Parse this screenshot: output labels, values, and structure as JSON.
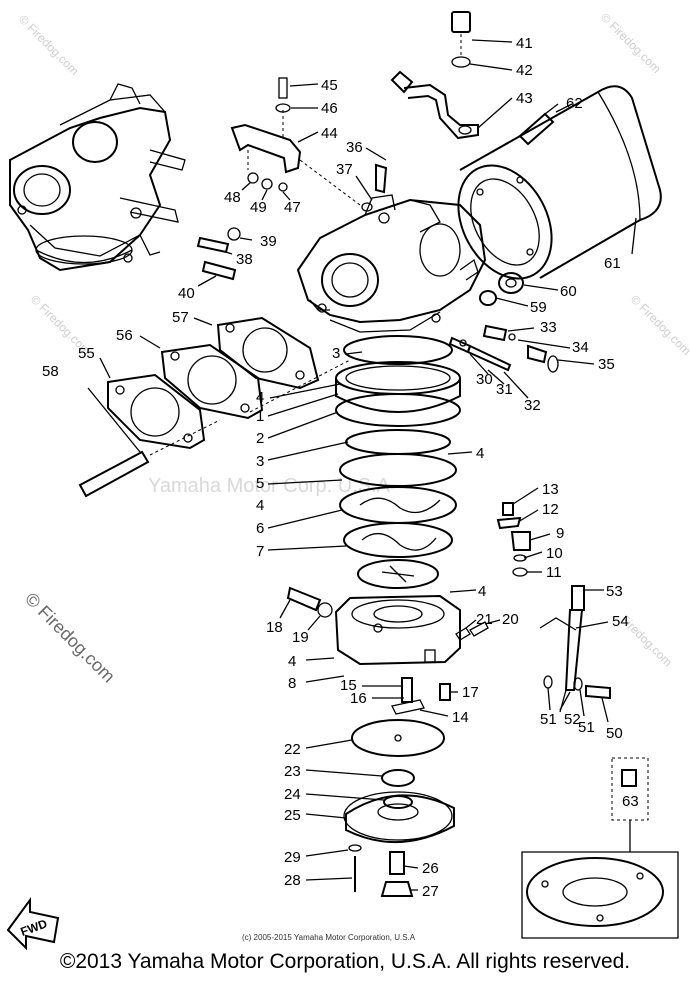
{
  "labels": {
    "l41": "41",
    "l42": "42",
    "l43": "43",
    "l45": "45",
    "l46": "46",
    "l44": "44",
    "l36": "36",
    "l37": "37",
    "l48": "48",
    "l49": "49",
    "l47": "47",
    "l62": "62",
    "l61": "61",
    "l39": "39",
    "l38": "38",
    "l40": "40",
    "l60": "60",
    "l59": "59",
    "l57": "57",
    "l56": "56",
    "l55": "55",
    "l58": "58",
    "l33": "33",
    "l34": "34",
    "l35": "35",
    "l3a": "3",
    "l30": "30",
    "l31": "31",
    "l32": "32",
    "l4a": "4",
    "l1": "1",
    "l2": "2",
    "l3b": "3",
    "l4b": "4",
    "l5": "5",
    "l4c": "4",
    "l6": "6",
    "l7": "7",
    "l13": "13",
    "l12": "12",
    "l9": "9",
    "l10": "10",
    "l11": "11",
    "l53": "53",
    "l4d": "4",
    "l18": "18",
    "l19": "19",
    "l21": "21",
    "l20": "20",
    "l54": "54",
    "l4e": "4",
    "l8": "8",
    "l15": "15",
    "l16": "16",
    "l17": "17",
    "l14": "14",
    "l51a": "51",
    "l52": "52",
    "l51b": "51",
    "l50": "50",
    "l22": "22",
    "l23": "23",
    "l24": "24",
    "l25": "25",
    "l63": "63",
    "l29": "29",
    "l26": "26",
    "l28": "28",
    "l27": "27"
  },
  "watermarks": {
    "center": "Yamaha Motor Corp. U.S.A",
    "side_left": "© Firedog.com",
    "faint_top_right": "© Firedog.com",
    "faint_mid_right": "© Firedog.com",
    "faint_top_left": "© Firedog.com",
    "faint_bottom_right": "Firedog.com",
    "faint_bottom_left": "© Firedog.com"
  },
  "fwd_label": "FWD",
  "small_copyright": "(c) 2005-2015 Yamaha Motor Corporation, U.S.A",
  "footer": "©2013 Yamaha Motor Corporation, U.S.A. All rights reserved."
}
